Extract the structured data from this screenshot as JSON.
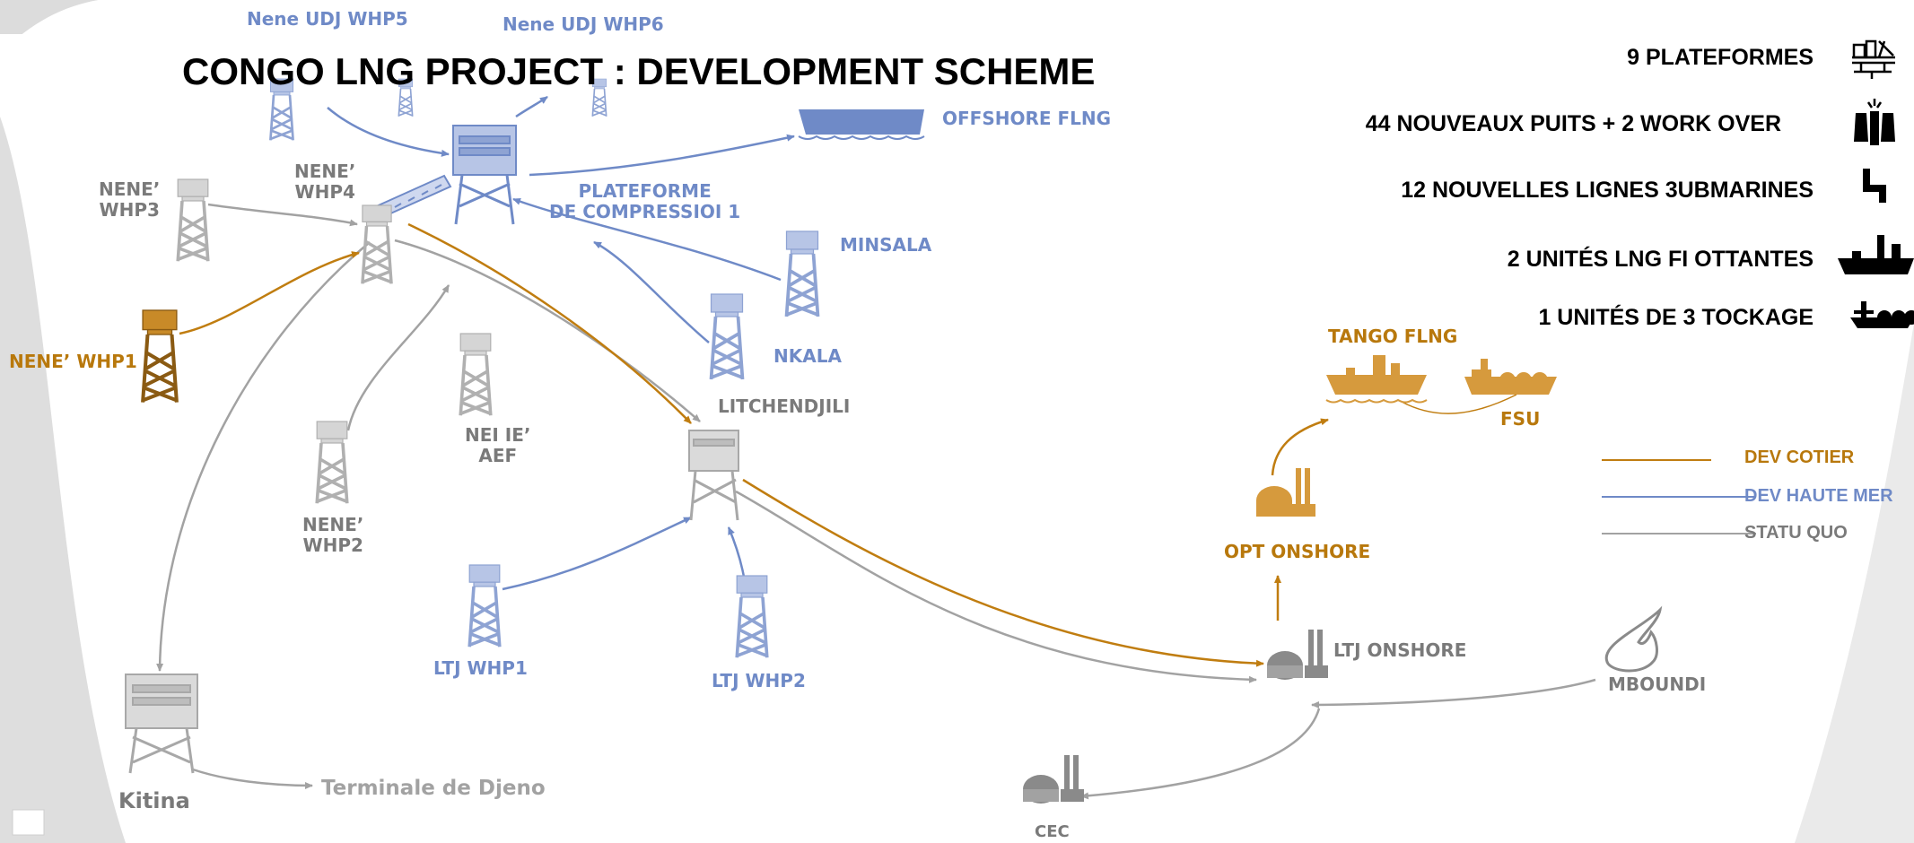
{
  "title": "CONGO LNG PROJECT : DEVELOPMENT SCHEME",
  "colors": {
    "cotier": "#c07d10",
    "haute_mer": "#6f8ac7",
    "statu_quo": "#a2a2a2",
    "grey_text": "#7a7a7a",
    "blue_text": "#6f8ac7",
    "orange_text": "#b8780c"
  },
  "labels": {
    "nene_udj_whp5": "Nene UDJ WHP5",
    "nene_udj_whp6": "Nene UDJ WHP6",
    "offshore_flng": "OFFSHORE FLNG",
    "plateforme_compression": "PLATEFORME\nDE COMPRESSIOI 1",
    "nene_whp4": "NENE’\nWHP4",
    "nene_whp3": "NENE’\nWHP3",
    "minsala": "MINSALA",
    "nkala": "NKALA",
    "litchendjili": "LITCHENDJILI",
    "nene_whp1": "NENE’ WHP1",
    "nene_aef": "NEI IE’\nAEF",
    "nene_whp2": "NENE’\nWHP2",
    "ltj_whp1": "LTJ WHP1",
    "ltj_whp2": "LTJ WHP2",
    "kitina": "Kitina",
    "terminale_djeno": "Terminale de Djeno",
    "cec": "CEC",
    "ltj_onshore": "LTJ ONSHORE",
    "mboundi": "MBOUNDI",
    "opt_onshore": "OPT ONSHORE",
    "tango_flng": "TANGO FLNG",
    "fsu": "FSU"
  },
  "stats": [
    {
      "text": "9 PLATEFORMES",
      "icon": "platform-icon"
    },
    {
      "text": "44 NOUVEAUX PUITS + 2 WORK OVER",
      "icon": "well-icon"
    },
    {
      "text": "12 NOUVELLES LIGNES 3UBMARINES",
      "icon": "pipeline-icon"
    },
    {
      "text": "2 UNITÉS LNG FI OTTANTES",
      "icon": "lng-ship-icon"
    },
    {
      "text": "1 UNITÉS DE 3 TOCKAGE",
      "icon": "storage-ship-icon"
    }
  ],
  "legend": [
    {
      "label": "DEV COTIER",
      "color": "#c07d10"
    },
    {
      "label": "DEV HAUTE MER",
      "color": "#6f8ac7"
    },
    {
      "label": "STATU QUO",
      "color": "#a2a2a2"
    }
  ]
}
